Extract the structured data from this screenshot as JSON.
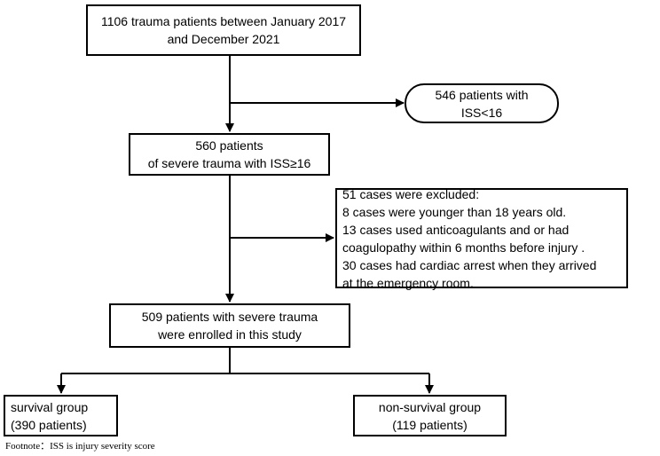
{
  "nodes": {
    "total": {
      "line1": "1106 trauma patients between January 2017",
      "line2": "and December 2021"
    },
    "excluded_iss": {
      "line1": "546 patients with",
      "line2": "ISS<16"
    },
    "severe": {
      "line1": "560 patients",
      "line2": "of severe trauma with ISS≥16"
    },
    "excluded_cases": {
      "line1": "51 cases were excluded:",
      "line2": "8 cases were younger than 18 years old.",
      "line3": "13 cases used anticoagulants and or had",
      "line4": "coagulopathy within 6 months before injury .",
      "line5": "30 cases had cardiac arrest when they arrived",
      "line6": "at the emergency room."
    },
    "enrolled": {
      "line1": "509 patients with severe trauma",
      "line2": "were enrolled in this study"
    },
    "survival": {
      "line1": "survival group",
      "line2": "(390 patients)"
    },
    "non_survival": {
      "line1": "non-survival group",
      "line2": "(119 patients)"
    }
  },
  "footnote": "Footnote：ISS is injury severity score"
}
